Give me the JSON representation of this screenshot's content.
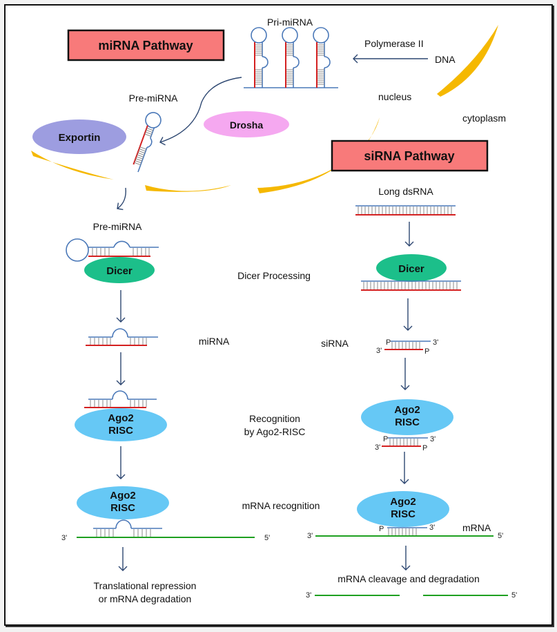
{
  "colors": {
    "pathway_box": "#f87a7a",
    "membrane": "#f5b800",
    "rna_blue": "#4a78b8",
    "rna_red": "#d42020",
    "mrna_green": "#1ea020",
    "arrow": "#2c4670",
    "exportin": "#9d9de0",
    "drosha": "#f5a8f0",
    "dicer": "#1cbf8a",
    "ago2": "#66c8f5"
  },
  "titles": {
    "mirna": "miRNA Pathway",
    "sirna": "siRNA Pathway"
  },
  "nucleus": {
    "pri_mirna": "Pri-miRNA",
    "polymerase": "Polymerase II",
    "dna": "DNA",
    "nucleus": "nucleus",
    "cytoplasm": "cytoplasm",
    "pre_mirna": "Pre-miRNA",
    "exportin": "Exportin",
    "drosha": "Drosha"
  },
  "mirna_path": {
    "pre_mirna": "Pre-miRNA",
    "dicer": "Dicer",
    "ago2_line1": "Ago2",
    "ago2_line2": "RISC",
    "three_prime": "3'",
    "five_prime": "5'",
    "outcome_line1": "Translational repression",
    "outcome_line2": "or mRNA degradation"
  },
  "steps": {
    "dicer_processing": "Dicer Processing",
    "mirna": "miRNA",
    "sirna": "siRNA",
    "recognition_line1": "Recognition",
    "recognition_line2": "by Ago2-RISC",
    "mrna_recognition": "mRNA recognition"
  },
  "sirna_path": {
    "long_dsrna": "Long dsRNA",
    "dicer": "Dicer",
    "ago2_line1": "Ago2",
    "ago2_line2": "RISC",
    "p": "P",
    "three_prime": "3'",
    "five_prime": "5'",
    "mrna": "mRNA",
    "outcome": "mRNA cleavage and degradation"
  }
}
